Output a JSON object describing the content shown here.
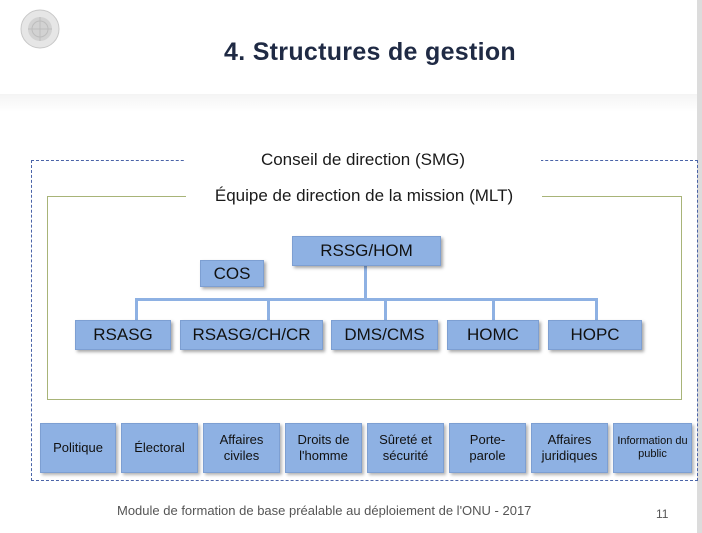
{
  "slide": {
    "title": "4. Structures de gestion",
    "footer": "Module de formation de base préalable au déploiement de l'ONU - 2017",
    "page_number": "11"
  },
  "diagram": {
    "outer_group_label": "Conseil de direction (SMG)",
    "inner_group_label": "Équipe de direction de la mission (MLT)",
    "top_node": "RSSG/HOM",
    "side_node": "COS",
    "child_nodes": [
      "RSASG",
      "RSASG/CH/CR",
      "DMS/CMS",
      "HOMC",
      "HOPC"
    ],
    "departments": [
      "Politique",
      "Électoral",
      "Affaires civiles",
      "Droits de l'homme",
      "Sûreté et sécurité",
      "Porte-parole",
      "Affaires juridiques",
      "Information du public"
    ]
  },
  "colors": {
    "node_fill": "#8eb1e3",
    "title": "#1f2a44",
    "smg_border": "#4a64a8",
    "mlt_border": "#a8b478"
  },
  "icons": [
    "un-emblem-icon"
  ]
}
